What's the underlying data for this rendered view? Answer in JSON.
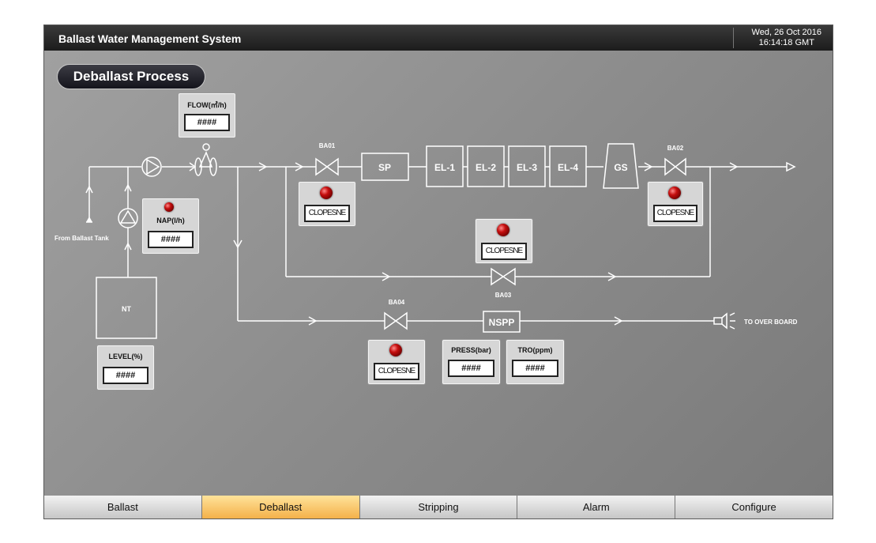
{
  "app_title": "Ballast Water Management System",
  "datetime": {
    "date": "Wed, 26 Oct 2016",
    "time": "16:14:18 GMT"
  },
  "process_title": "Deballast Process",
  "diagram": {
    "source_label": "From Ballast Tank",
    "tank_label": "NT",
    "outlet_label": "TO OVER BOARD",
    "units": {
      "sp": "SP",
      "el1": "EL-1",
      "el2": "EL-2",
      "el3": "EL-3",
      "el4": "EL-4",
      "gs": "GS",
      "nspp": "NSPP"
    },
    "valves": {
      "ba01": "BA01",
      "ba02": "BA02",
      "ba03": "BA03",
      "ba04": "BA04"
    }
  },
  "instruments": {
    "flow": {
      "label": "FLOW(㎥/h)",
      "value": "####"
    },
    "nap": {
      "label": "NAP(l/h)",
      "value": "####"
    },
    "level": {
      "label": "LEVEL(%)",
      "value": "####"
    },
    "press": {
      "label": "PRESS(bar)",
      "value": "####"
    },
    "tro": {
      "label": "TRO(ppm)",
      "value": "####"
    }
  },
  "valve_status": {
    "ba01": "CLOPESNE",
    "ba02": "CLOPESNE",
    "ba03": "CLOPESNE",
    "ba04": "CLOPESNE"
  },
  "nav": {
    "tabs": [
      "Ballast",
      "Deballast",
      "Stripping",
      "Alarm",
      "Configure"
    ],
    "active": "Deballast"
  },
  "colors": {
    "active_tab": "#f4b14a",
    "indicator": "#c40e0e",
    "pipe": "#ffffff"
  }
}
